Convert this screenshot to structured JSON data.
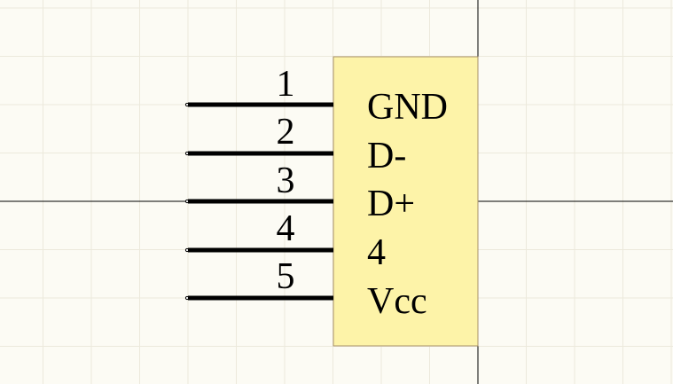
{
  "component": {
    "body_color": "#fdf3a8",
    "body_border_color": "#a8916a",
    "pins": [
      {
        "number": "1",
        "name": "GND"
      },
      {
        "number": "2",
        "name": "D-"
      },
      {
        "number": "3",
        "name": "D+"
      },
      {
        "number": "4",
        "name": "4"
      },
      {
        "number": "5",
        "name": "Vcc"
      }
    ]
  },
  "canvas": {
    "background_color": "#fcfbf4",
    "grid_color": "#ece9dc",
    "axis_color": "#000000",
    "grid": true
  }
}
